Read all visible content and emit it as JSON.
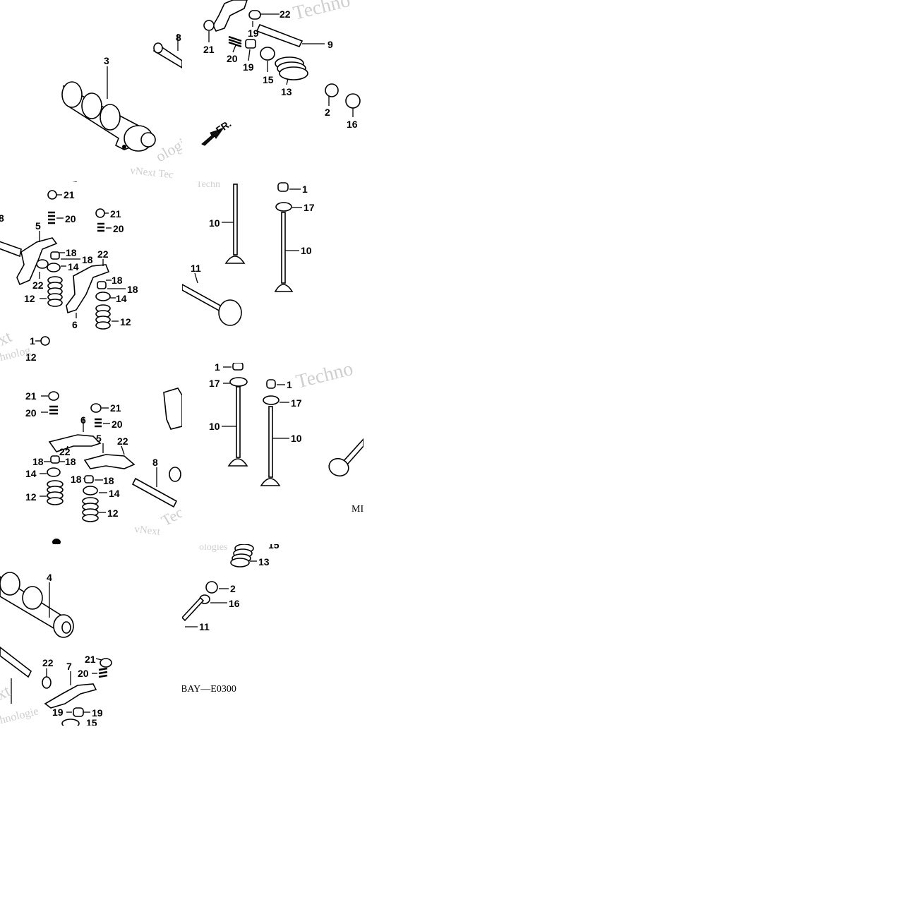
{
  "diagram": {
    "direction_arrow": {
      "label": "FR.",
      "icon": "front-arrow-icon"
    },
    "drawing_codes": [
      "BAY—E0300",
      "MI"
    ],
    "watermark_fragments": [
      "Techno",
      "vNext Tec",
      "ologies",
      "ext",
      "chnolog",
      "Techn",
      "vNext",
      "Tec",
      "ologies",
      "ext",
      "chnologie"
    ],
    "colors": {
      "line": "#000000",
      "background": "#ffffff",
      "watermark": "#cfcfcf"
    },
    "callouts": {
      "t1": [
        "22",
        "19",
        "21",
        "20",
        "19",
        "9",
        "15",
        "13",
        "2",
        "16"
      ],
      "t2": [
        "8",
        "3"
      ],
      "t3": [
        "7",
        "21",
        "20",
        "21",
        "20",
        "8",
        "5",
        "18",
        "18",
        "22",
        "14",
        "22",
        "18",
        "18",
        "12",
        "14",
        "6",
        "12",
        "1",
        "12"
      ],
      "t4": [
        "1",
        "17",
        "10",
        "10",
        "11"
      ],
      "t5": [
        "21",
        "20",
        "21",
        "6",
        "20",
        "22",
        "5",
        "22",
        "18",
        "18",
        "8",
        "14",
        "18",
        "18",
        "14",
        "12",
        "12"
      ],
      "t6": [
        "1",
        "17",
        "1",
        "17",
        "10",
        "10"
      ],
      "t7": [
        "15",
        "13",
        "2",
        "16",
        "11"
      ],
      "t8": [
        "4",
        "21",
        "22",
        "7",
        "20",
        "19",
        "19",
        "15"
      ]
    }
  }
}
